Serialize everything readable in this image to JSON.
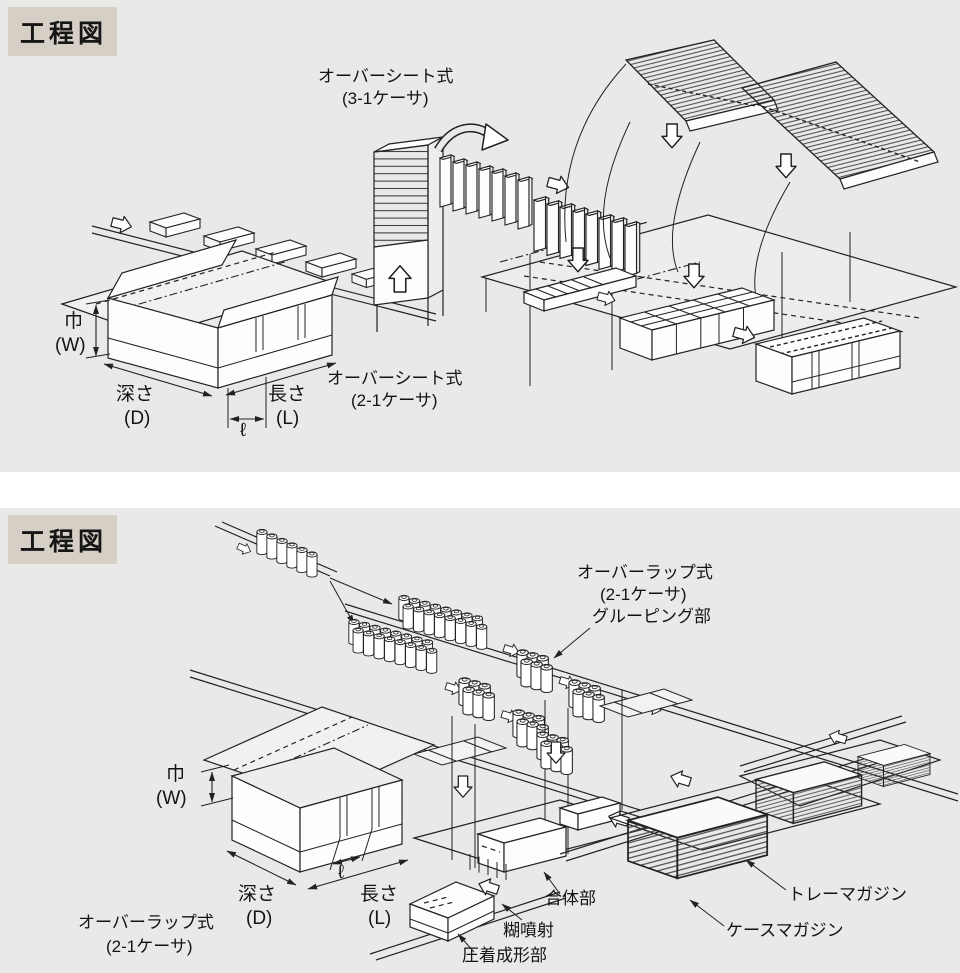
{
  "colors": {
    "page_bg": "#ffffff",
    "panel_bg": "#e9e9e7",
    "header_bg": "#d5cfc6",
    "ink": "#222222"
  },
  "panel_top": {
    "header": "工程図",
    "machine1_name": "オーバーシート式",
    "machine1_model": "(3-1ケーサ)",
    "machine2_name": "オーバーシート式",
    "machine2_model": "(2-1ケーサ)",
    "dims": {
      "width": "巾",
      "width_sym": "(W)",
      "depth": "深さ",
      "depth_sym": "(D)",
      "length": "長さ",
      "length_sym": "(L)",
      "pitch": "ℓ"
    }
  },
  "panel_bottom": {
    "header": "工程図",
    "machine_name": "オーバーラップ式",
    "machine_model": "(2-1ケーサ)",
    "machine_name_bottom": "オーバーラップ式",
    "machine_model_bottom": "(2-1ケーサ)",
    "sections": {
      "grouping": "グルーピング部",
      "merging": "合体部",
      "glue": "糊噴射",
      "press": "圧着成形部",
      "tray_magazine": "トレーマガジン",
      "case_magazine": "ケースマガジン"
    },
    "dims": {
      "width": "巾",
      "width_sym": "(W)",
      "depth": "深さ",
      "depth_sym": "(D)",
      "length": "長さ",
      "length_sym": "(L)",
      "pitch": "ℓ"
    }
  }
}
